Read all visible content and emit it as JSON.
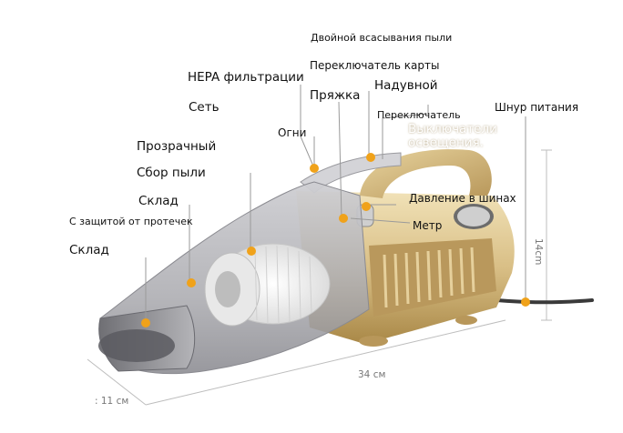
{
  "colors": {
    "callout_dot": "#f0a21a",
    "leader_line": "#9a9a9a",
    "body_gold": "#d9bf86",
    "body_shadow": "#b8975a",
    "transparent_shell": "#b9b9bd",
    "filter_white": "#f2f2f2",
    "cord": "#3a3a3a"
  },
  "labels": {
    "dual_suction": "Двойной всасывания пыли",
    "card_switch": "Переключатель карты",
    "hepa": "HEPA фильтрации",
    "net": "Сеть",
    "buckle": "Пряжка",
    "inflate": "Надувной",
    "switch": "Переключатель",
    "power_cord": "Шнур питания",
    "lights": "Огни",
    "light_off": "Выключатели освещения.",
    "transparent": "Прозрачный",
    "dust_collect": "Сбор пыли",
    "storage1": "Склад",
    "tire_pressure": "Давление в шинах",
    "leak_protect": "С защитой от протечек",
    "meter": "Метр",
    "storage2": "Склад"
  },
  "dimensions": {
    "height": "14cm",
    "length": "34 см",
    "width": ": 11 см"
  }
}
